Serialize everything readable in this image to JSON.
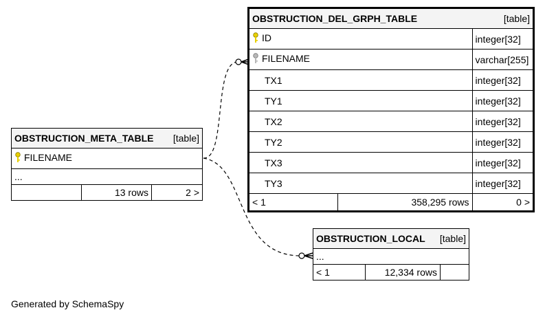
{
  "tables": {
    "graph": {
      "name": "OBSTRUCTION_DEL_GRPH_TABLE",
      "kind": "[table]",
      "columns": [
        {
          "name": "ID",
          "type": "integer[32]",
          "key": "primary"
        },
        {
          "name": "FILENAME",
          "type": "varchar[255]",
          "key": "foreign"
        },
        {
          "name": "TX1",
          "type": "integer[32]",
          "key": ""
        },
        {
          "name": "TY1",
          "type": "integer[32]",
          "key": ""
        },
        {
          "name": "TX2",
          "type": "integer[32]",
          "key": ""
        },
        {
          "name": "TY2",
          "type": "integer[32]",
          "key": ""
        },
        {
          "name": "TX3",
          "type": "integer[32]",
          "key": ""
        },
        {
          "name": "TY3",
          "type": "integer[32]",
          "key": ""
        }
      ],
      "footer": {
        "parents": "< 1",
        "rows": "358,295 rows",
        "children": "0 >"
      }
    },
    "meta": {
      "name": "OBSTRUCTION_META_TABLE",
      "kind": "[table]",
      "columns": [
        {
          "name": "FILENAME",
          "key": "primary"
        }
      ],
      "more": "...",
      "footer": {
        "parents": "",
        "rows": "13 rows",
        "children": "2 >"
      }
    },
    "local": {
      "name": "OBSTRUCTION_LOCAL",
      "kind": "[table]",
      "more": "...",
      "footer": {
        "parents": "< 1",
        "rows": "12,334 rows",
        "children": ""
      }
    }
  },
  "colors": {
    "primary_key": "#e8d000",
    "foreign_key": "#a8a8a8",
    "header_bg": "#f4f4f4"
  },
  "footer_note": "Generated by SchemaSpy"
}
